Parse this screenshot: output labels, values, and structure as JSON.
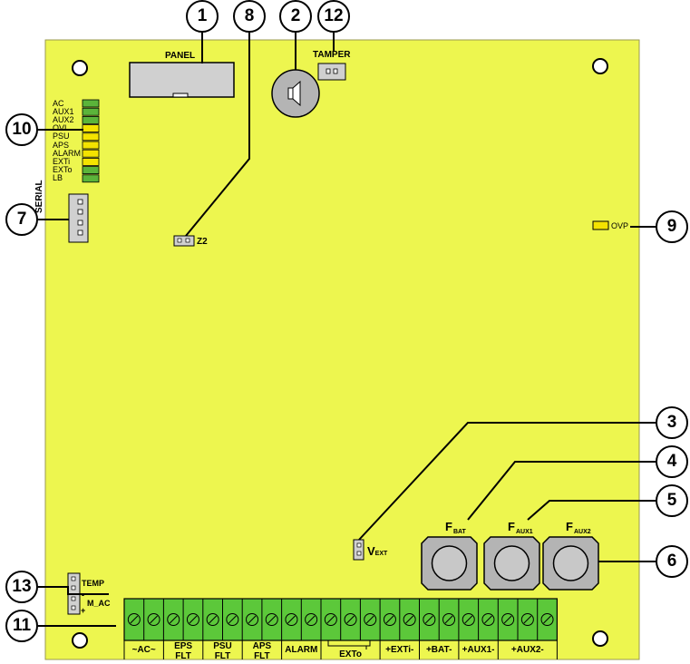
{
  "board": {
    "color": "#edf64f",
    "panel_label": "PANEL",
    "tamper_label": "TAMPER",
    "serial_label": "SERIAL",
    "z2_label": "Z2",
    "ovp_label": "OVP",
    "vext_label": "V",
    "vext_sub": "EXT",
    "temp_label": "TEMP",
    "mac_label": "M_AC",
    "minus_sign": "-",
    "plus_sign": "+"
  },
  "leds": [
    {
      "label": "AC",
      "color": "#5bb43a"
    },
    {
      "label": "AUX1",
      "color": "#5bb43a"
    },
    {
      "label": "AUX2",
      "color": "#5bb43a"
    },
    {
      "label": "OVL",
      "color": "#f4e300"
    },
    {
      "label": "PSU",
      "color": "#f4e300"
    },
    {
      "label": "APS",
      "color": "#f4e300"
    },
    {
      "label": "ALARM",
      "color": "#f4e300"
    },
    {
      "label": "EXTi",
      "color": "#f4e300"
    },
    {
      "label": "EXTo",
      "color": "#5bb43a"
    },
    {
      "label": "LB",
      "color": "#5bb43a"
    }
  ],
  "fuses": [
    {
      "label": "F",
      "sub": "BAT"
    },
    {
      "label": "F",
      "sub": "AUX1"
    },
    {
      "label": "F",
      "sub": "AUX2"
    }
  ],
  "terminal_labels": [
    {
      "l1": "~AC~",
      "l2": ""
    },
    {
      "l1": "EPS",
      "l2": "FLT"
    },
    {
      "l1": "PSU",
      "l2": "FLT"
    },
    {
      "l1": "APS",
      "l2": "FLT"
    },
    {
      "l1": "ALARM",
      "l2": ""
    },
    {
      "l1": "EXTo",
      "l2": ""
    },
    {
      "l1": "+EXTi-",
      "l2": ""
    },
    {
      "l1": "+BAT-",
      "l2": ""
    },
    {
      "l1": "+AUX1-",
      "l2": ""
    },
    {
      "l1": "+AUX2-",
      "l2": ""
    }
  ],
  "callouts": [
    "1",
    "8",
    "2",
    "12",
    "10",
    "7",
    "9",
    "3",
    "4",
    "5",
    "6",
    "13",
    "11"
  ],
  "colors": {
    "terminal": "#5cc83a",
    "led_green": "#5bb43a",
    "led_yellow": "#f4e300",
    "buzzer": "#b4b4b4",
    "connector": "#d0d0d0"
  }
}
